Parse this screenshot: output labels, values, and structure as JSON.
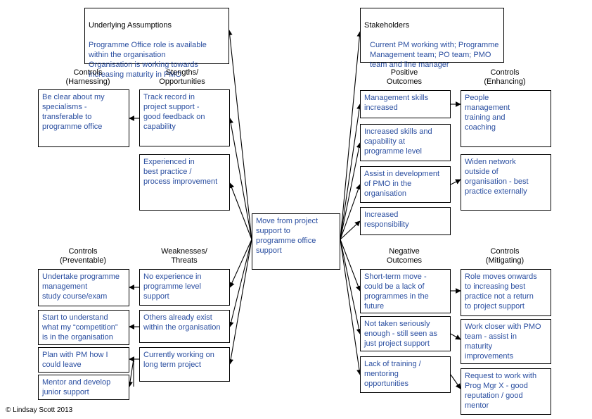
{
  "center": "Move from project\nsupport to\nprogramme office\nsupport",
  "assumptions": {
    "title": "Underlying Assumptions",
    "body": "Programme Office role is available\nwithin the organisation\nOrganisation is working towards\nincreasing maturity in PMO"
  },
  "stakeholders": {
    "title": "Stakeholders",
    "body": "Current PM working with; Programme\nManagement team; PO team; PMO\nteam and line manager"
  },
  "headers": {
    "controls_harnessing": "Controls\n(Harnessing)",
    "strengths": "Stengths/\nOpportunities",
    "positive": "Positive\nOutcomes",
    "controls_enhancing": "Controls\n(Enhancing)",
    "controls_preventable": "Controls\n(Preventable)",
    "weaknesses": "Weaknesses/\nThreats",
    "negative": "Negative\nOutcomes",
    "controls_mitigating": "Controls\n(Mitigating)"
  },
  "harnessing": [
    "Be clear about my\nspecialisms -\ntransferable to\nprogramme office"
  ],
  "strengths": [
    "Track record in\nproject support -\ngood feedback on\ncapability",
    "Experienced in\nbest practice /\nprocess improvement"
  ],
  "positive": [
    "Management skills\nincreased",
    "Increased skills and\ncapability at\nprogramme level",
    "Assist in development\nof PMO in the\norganisation",
    "Increased\nresponsibility"
  ],
  "enhancing": [
    "People\nmanagement\ntraining and\ncoaching",
    "Widen network\noutside of\norganisation - best\npractice externally"
  ],
  "preventable": [
    "Undertake programme\nmanagement\nstudy course/exam",
    "Start to understand\nwhat my “competition”\nis in the organisation",
    "Plan with PM how I\ncould leave",
    "Mentor and develop\njunior support"
  ],
  "weaknesses": [
    "No experience in\nprogramme level\nsupport",
    "Others already exist\nwithin the organisation",
    "Currently working on\nlong term project"
  ],
  "negative": [
    "Short-term move -\ncould be a lack of\nprogrammes in the\nfuture",
    "Not taken seriously\nenough - still seen as\njust project support",
    "Lack of training /\nmentoring\nopportunities"
  ],
  "mitigating": [
    "Role moves onwards\nto increasing best\npractice not a return\nto project support",
    "Work closer with PMO\nteam - assist in\nmaturity\nimprovements",
    "Request to work with\nProg Mgr X - good\nreputation / good\nmentor"
  ],
  "copyright": "© Lindsay Scott 2013",
  "colors": {
    "text": "#2a4ea0",
    "line": "#000000"
  }
}
